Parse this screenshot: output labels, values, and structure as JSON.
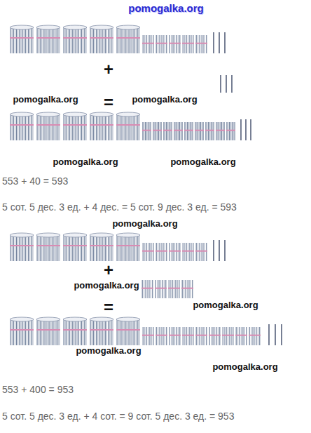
{
  "diagram": {
    "labels": [
      "pomogalka.org",
      "+",
      "pomogalka.org",
      "=",
      "pomogalka.org",
      "pomogalka.org",
      "pomogalka.org",
      "553 + 40 = 593",
      "5 сот. 5 дес. 3 ед. + 4 дес. = 5 сот. 9 дес. 3 ед. = 593",
      "pomogalka.org",
      "+",
      "pomogalka.org",
      "=",
      "pomogalka.org",
      "pomogalka.org",
      "pomogalka.org",
      "553 + 400 = 953",
      "5 сот. 5 дес. 3 ед. + 4 сот. = 9 сот. 5 дес. 3 ед. = 953"
    ]
  }
}
